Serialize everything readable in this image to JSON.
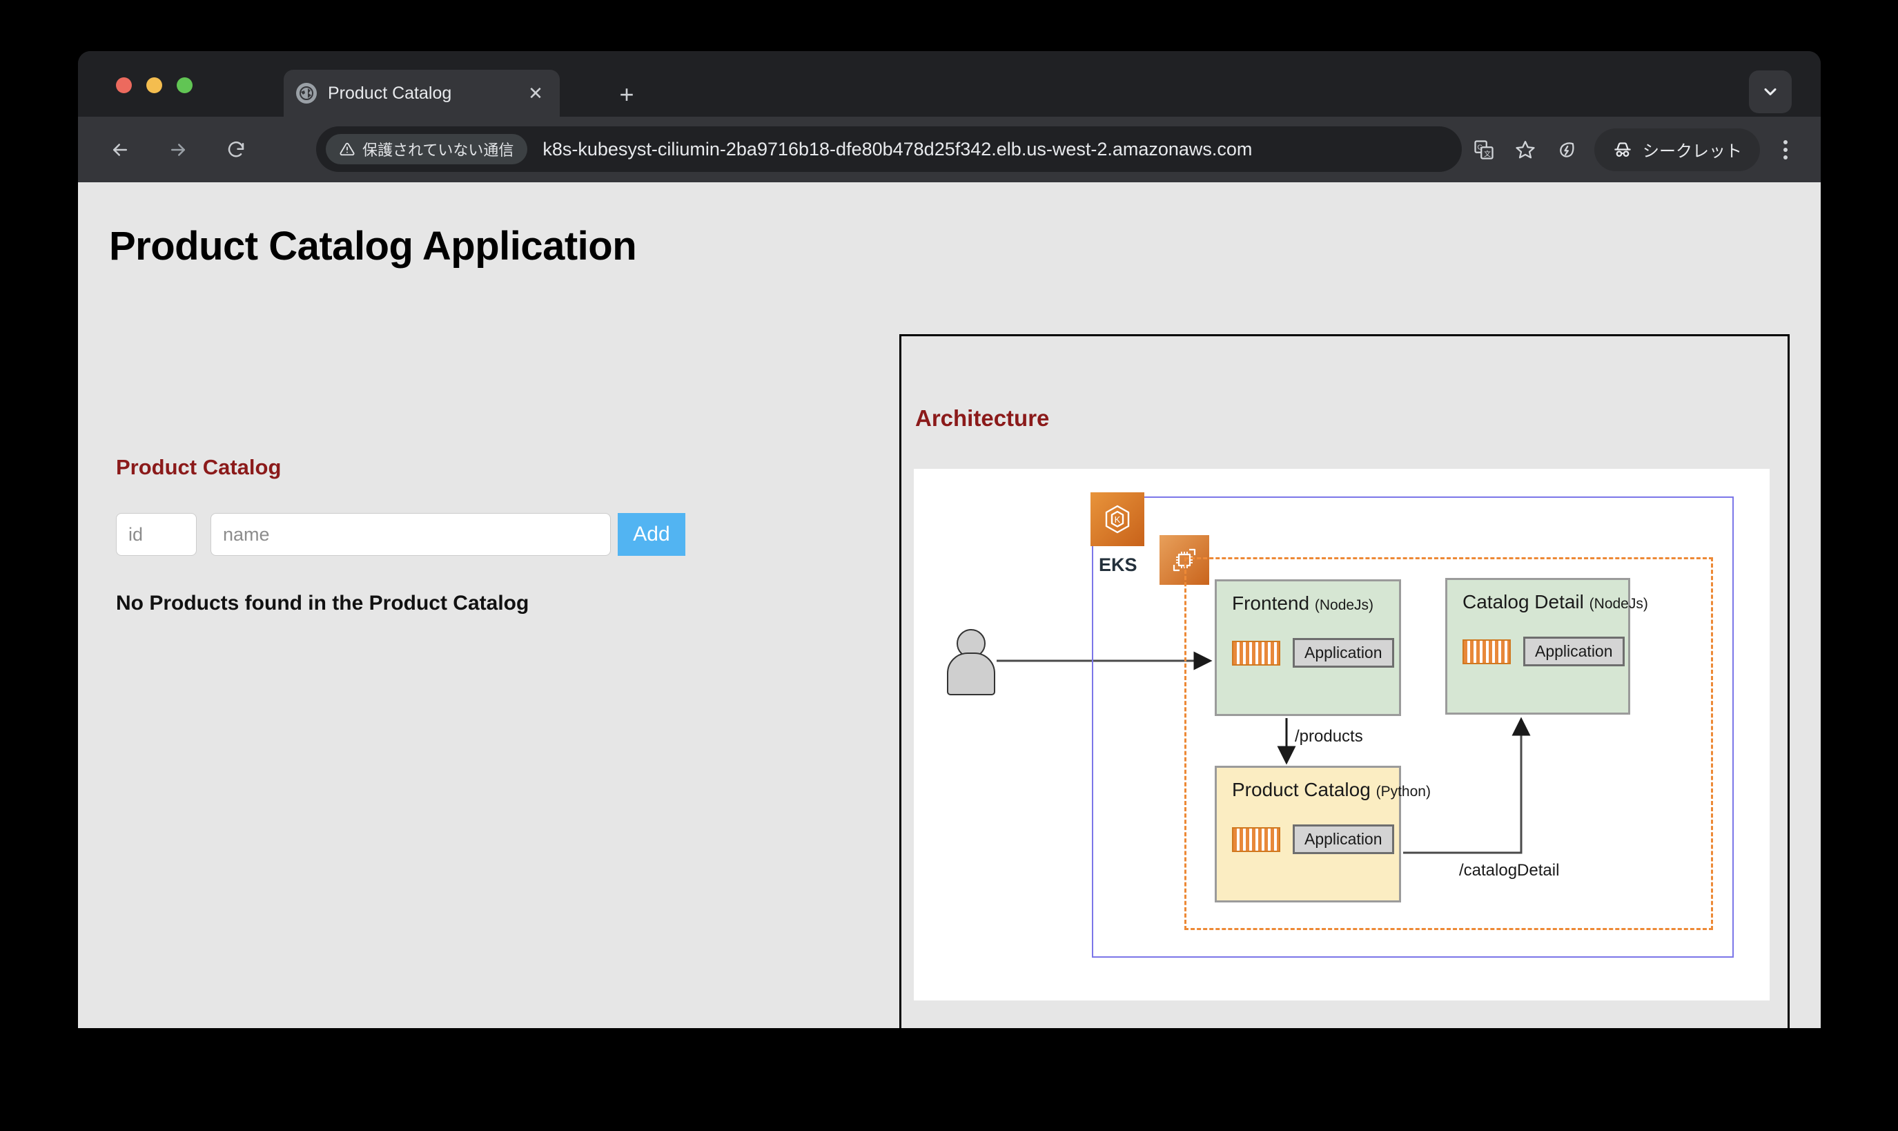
{
  "browser": {
    "tab": {
      "title": "Product Catalog",
      "favicon_icon": "globe-icon",
      "close_icon": "close-icon"
    },
    "new_tab_icon": "plus-icon",
    "window_chevron_icon": "chevron-down-icon",
    "nav": {
      "back_icon": "back-arrow-icon",
      "forward_icon": "forward-arrow-icon",
      "reload_icon": "reload-icon"
    },
    "omnibox": {
      "security_label": "保護されていない通信",
      "security_icon": "warning-triangle-icon",
      "url": "k8s-kubesyst-ciliumin-2ba9716b18-dfe80b478d25f342.elb.us-west-2.amazonaws.com"
    },
    "actions": {
      "translate_icon": "translate-icon",
      "bookmark_icon": "star-icon",
      "energy_saver_icon": "leaf-icon",
      "incognito_label": "シークレット",
      "incognito_icon": "incognito-hat-icon",
      "menu_icon": "kebab-menu-icon"
    }
  },
  "page": {
    "title": "Product Catalog Application",
    "catalog": {
      "heading": "Product Catalog",
      "id_placeholder": "id",
      "id_value": "",
      "name_placeholder": "name",
      "name_value": "",
      "add_label": "Add",
      "empty_message": "No Products found in the Product Catalog"
    },
    "architecture": {
      "heading": "Architecture",
      "diagram": {
        "actor_icon": "user-actor-icon",
        "cluster_icon": "eks-icon",
        "cluster_label": "EKS",
        "compute_icon": "ec2-compute-icon",
        "services": [
          {
            "name": "Frontend",
            "runtime": "(NodeJs)",
            "app_label": "Application",
            "pod_icon": "pod-stripes-icon"
          },
          {
            "name": "Catalog Detail",
            "runtime": "(NodeJs)",
            "app_label": "Application",
            "pod_icon": "pod-stripes-icon"
          },
          {
            "name": "Product Catalog",
            "runtime": "(Python)",
            "app_label": "Application",
            "pod_icon": "pod-stripes-icon"
          }
        ],
        "edges": [
          {
            "label": "/products"
          },
          {
            "label": "/catalogDetail"
          }
        ]
      }
    }
  },
  "colors": {
    "accent_red": "#8B1A1A",
    "add_button_blue": "#52B4F2",
    "cluster_blue": "#7B76E8",
    "namespace_orange": "#ED8936",
    "service_green": "#D6E6D3",
    "service_yellow": "#FBEDC2",
    "page_bg": "#E6E6E6"
  }
}
